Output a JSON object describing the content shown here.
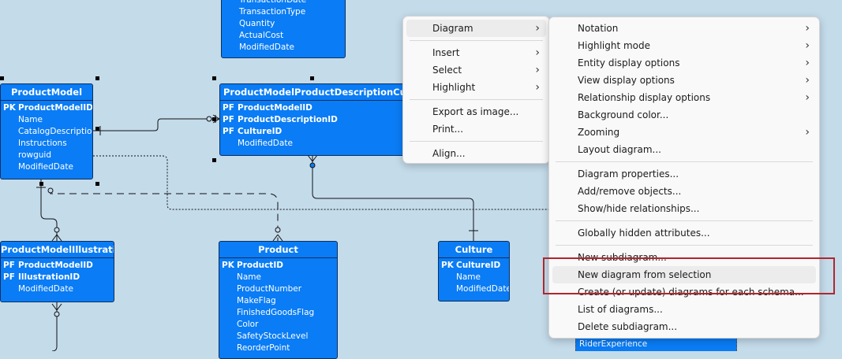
{
  "entities": {
    "transaction": {
      "title": "",
      "rows": [
        {
          "key": "",
          "name": "TransactionDate"
        },
        {
          "key": "",
          "name": "TransactionType"
        },
        {
          "key": "",
          "name": "Quantity"
        },
        {
          "key": "",
          "name": "ActualCost"
        },
        {
          "key": "",
          "name": "ModifiedDate"
        }
      ]
    },
    "product_model": {
      "title": "ProductModel",
      "rows": [
        {
          "key": "PK",
          "name": "ProductModelID"
        },
        {
          "key": "",
          "name": "Name"
        },
        {
          "key": "",
          "name": "CatalogDescription"
        },
        {
          "key": "",
          "name": "Instructions"
        },
        {
          "key": "",
          "name": "rowguid"
        },
        {
          "key": "",
          "name": "ModifiedDate"
        }
      ]
    },
    "pmpdc": {
      "title": "ProductModelProductDescriptionCulture",
      "rows": [
        {
          "key": "PF",
          "name": "ProductModelID"
        },
        {
          "key": "PF",
          "name": "ProductDescriptionID"
        },
        {
          "key": "PF",
          "name": "CultureID"
        },
        {
          "key": "",
          "name": "ModifiedDate"
        }
      ]
    },
    "pmi": {
      "title": "ProductModelIllustration",
      "rows": [
        {
          "key": "PF",
          "name": "ProductModelID"
        },
        {
          "key": "PF",
          "name": "IllustrationID"
        },
        {
          "key": "",
          "name": "ModifiedDate"
        }
      ]
    },
    "product": {
      "title": "Product",
      "rows": [
        {
          "key": "PK",
          "name": "ProductID"
        },
        {
          "key": "",
          "name": "Name"
        },
        {
          "key": "",
          "name": "ProductNumber"
        },
        {
          "key": "",
          "name": "MakeFlag"
        },
        {
          "key": "",
          "name": "FinishedGoodsFlag"
        },
        {
          "key": "",
          "name": "Color"
        },
        {
          "key": "",
          "name": "SafetyStockLevel"
        },
        {
          "key": "",
          "name": "ReorderPoint"
        }
      ]
    },
    "culture": {
      "title": "Culture",
      "rows": [
        {
          "key": "PK",
          "name": "CultureID"
        },
        {
          "key": "",
          "name": "Name"
        },
        {
          "key": "",
          "name": "ModifiedDate"
        }
      ]
    },
    "rider": {
      "text": "RiderExperience"
    }
  },
  "context_menu": {
    "items": [
      {
        "label": "Diagram",
        "arrow": "›",
        "hover": true
      },
      {
        "sep": true
      },
      {
        "label": "Insert",
        "arrow": "›"
      },
      {
        "label": "Select",
        "arrow": "›"
      },
      {
        "label": "Highlight",
        "arrow": "›"
      },
      {
        "sep": true
      },
      {
        "label": "Export as image...",
        "arrow": ""
      },
      {
        "label": "Print...",
        "arrow": ""
      },
      {
        "sep": true
      },
      {
        "label": "Align...",
        "arrow": ""
      }
    ]
  },
  "diagram_submenu": {
    "items": [
      {
        "label": "Notation",
        "arrow": "›"
      },
      {
        "label": "Highlight mode",
        "arrow": "›"
      },
      {
        "label": "Entity display options",
        "arrow": "›"
      },
      {
        "label": "View display options",
        "arrow": "›"
      },
      {
        "label": "Relationship display options",
        "arrow": "›"
      },
      {
        "label": "Background color...",
        "arrow": ""
      },
      {
        "label": "Zooming",
        "arrow": "›"
      },
      {
        "label": "Layout diagram...",
        "arrow": ""
      },
      {
        "sep": true
      },
      {
        "label": "Diagram properties...",
        "arrow": ""
      },
      {
        "label": "Add/remove objects...",
        "arrow": ""
      },
      {
        "label": "Show/hide relationships...",
        "arrow": ""
      },
      {
        "sep": true
      },
      {
        "label": "Globally hidden attributes...",
        "arrow": ""
      },
      {
        "sep": true
      },
      {
        "label": "New subdiagram...",
        "arrow": ""
      },
      {
        "label": "New diagram from selection",
        "arrow": "",
        "hover": true
      },
      {
        "label": "Create (or update) diagrams for each schema...",
        "arrow": ""
      },
      {
        "label": "List of diagrams...",
        "arrow": ""
      },
      {
        "label": "Delete subdiagram...",
        "arrow": ""
      }
    ]
  },
  "colors": {
    "canvas": "#c4dbea",
    "entity": "#0a7cf5",
    "highlight_box": "#b0262d"
  }
}
